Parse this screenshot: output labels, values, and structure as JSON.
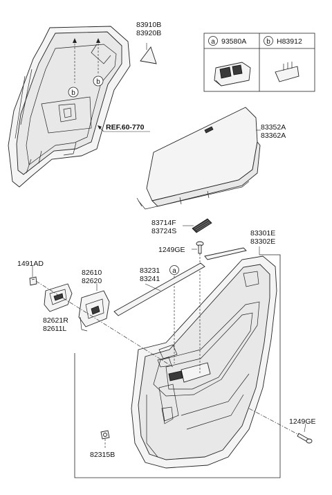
{
  "callouts": {
    "p83910B": "83910B",
    "p83920B": "83920B",
    "ref": "REF.60-770",
    "p83352A": "83352A",
    "p83362A": "83362A",
    "p83714F": "83714F",
    "p83724S": "83724S",
    "p1249GE_top": "1249GE",
    "p83301E": "83301E",
    "p83302E": "83302E",
    "p1491AD": "1491AD",
    "p83231": "83231",
    "p83241": "83241",
    "p82610": "82610",
    "p82620": "82620",
    "p82621R": "82621R",
    "p82611L": "82611L",
    "p1249GE_right": "1249GE",
    "p82315B": "82315B"
  },
  "legend": {
    "a_letter": "a",
    "a_part": "93580A",
    "b_letter": "b",
    "b_part": "H83912"
  },
  "markers": {
    "b1": "b",
    "b2": "b",
    "a_pointer": "a"
  }
}
